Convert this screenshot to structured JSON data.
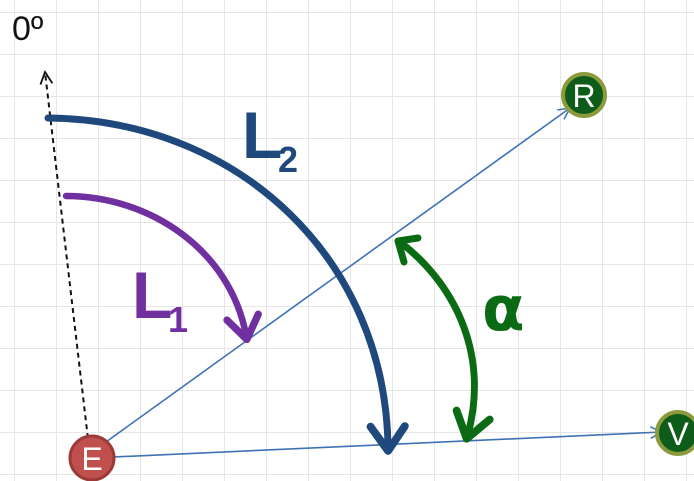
{
  "labels": {
    "zero_degree": "0º",
    "l1_main": "L",
    "l1_sub": "1",
    "l2_main": "L",
    "l2_sub": "2",
    "alpha": "α"
  },
  "nodes": {
    "e": "E",
    "r": "R",
    "v": "V"
  },
  "colors": {
    "l1": "#7030a0",
    "l2": "#1f497d",
    "alpha": "#0b6b14",
    "rays": "#3f72b5",
    "node_e": "#c0504d",
    "node_rv": "#0e5c1a",
    "node_rv_ring": "#8c9a3b"
  }
}
